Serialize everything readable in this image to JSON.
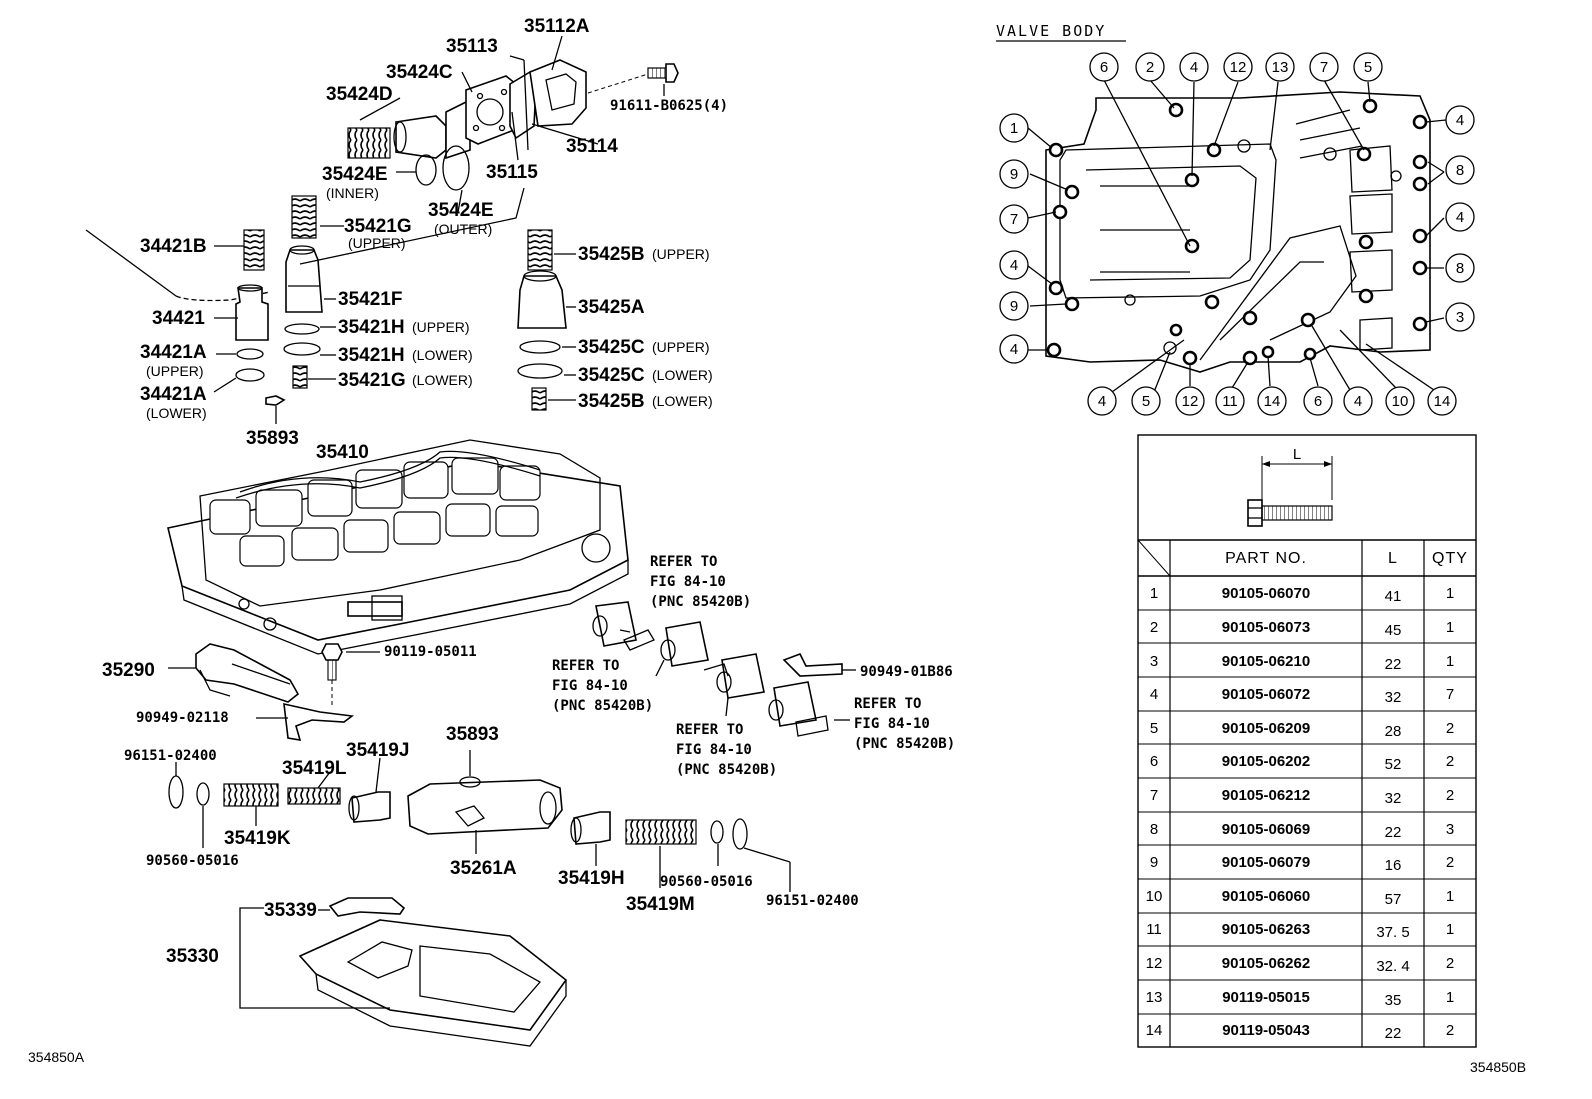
{
  "callouts": {
    "c35112A": "35112A",
    "c35113": "35113",
    "c35424C": "35424C",
    "c35424D": "35424D",
    "c91611": "91611-B0625(4)",
    "c35114": "35114",
    "c35115": "35115",
    "c35424E_in": "35424E",
    "c35424E_in_sub": "(INNER)",
    "c35424E_out": "35424E",
    "c35424E_out_sub": "(OUTER)",
    "c35421G_up": "35421G",
    "c35421G_up_sub": "(UPPER)",
    "c34421B": "34421B",
    "c35425B_up": "35425B",
    "c35425B_up_sub": "(UPPER)",
    "c35421F": "35421F",
    "c35425A": "35425A",
    "c34421": "34421",
    "c35421H_up": "35421H",
    "c35421H_up_sub": "(UPPER)",
    "c35425C_up": "35425C",
    "c35425C_up_sub": "(UPPER)",
    "c34421A_up": "34421A",
    "c34421A_up_sub": "(UPPER)",
    "c35421H_lo": "35421H",
    "c35421H_lo_sub": "(LOWER)",
    "c35425C_lo": "35425C",
    "c35425C_lo_sub": "(LOWER)",
    "c35421G_lo": "35421G",
    "c35421G_lo_sub": "(LOWER)",
    "c34421A_lo": "34421A",
    "c34421A_lo_sub": "(LOWER)",
    "c35425B_lo": "35425B",
    "c35425B_lo_sub": "(LOWER)",
    "c35893_a": "35893",
    "c35410": "35410",
    "c90119": "90119-05011",
    "c35290": "35290",
    "c90949_02118": "90949-02118",
    "c90949_01B86": "90949-01B86",
    "c96151_l": "96151-02400",
    "c35419L": "35419L",
    "c35419J": "35419J",
    "c35893_b": "35893",
    "c35419K": "35419K",
    "c90560_l": "90560-05016",
    "c35261A": "35261A",
    "c35419H": "35419H",
    "c90560_r": "90560-05016",
    "c35419M": "35419M",
    "c96151_r": "96151-02400",
    "c35339": "35339",
    "c35330": "35330"
  },
  "refers": [
    {
      "line1": "REFER TO",
      "line2": "FIG 84-10",
      "line3": "(PNC 85420B)"
    },
    {
      "line1": "REFER TO",
      "line2": "FIG 84-10",
      "line3": "(PNC 85420B)"
    },
    {
      "line1": "REFER TO",
      "line2": "FIG 84-10",
      "line3": "(PNC 85420B)"
    },
    {
      "line1": "REFER TO",
      "line2": "FIG 84-10",
      "line3": "(PNC 85420B)"
    }
  ],
  "valve_body": {
    "title": "VALVE BODY",
    "top_row": [
      "6",
      "2",
      "4",
      "12",
      "13",
      "7",
      "5"
    ],
    "left_col": [
      "1",
      "9",
      "7",
      "4",
      "9",
      "4"
    ],
    "right_col": [
      "4",
      "8",
      "4",
      "8",
      "3"
    ],
    "bottom_row": [
      "4",
      "5",
      "12",
      "11",
      "14",
      "6",
      "4",
      "10",
      "14"
    ]
  },
  "bolt_table": {
    "dim_label": "L",
    "headers": [
      "PART NO.",
      "L",
      "QTY"
    ],
    "rows": [
      {
        "n": "1",
        "part": "90105-06070",
        "l": "41",
        "qty": "1"
      },
      {
        "n": "2",
        "part": "90105-06073",
        "l": "45",
        "qty": "1"
      },
      {
        "n": "3",
        "part": "90105-06210",
        "l": "22",
        "qty": "1"
      },
      {
        "n": "4",
        "part": "90105-06072",
        "l": "32",
        "qty": "7"
      },
      {
        "n": "5",
        "part": "90105-06209",
        "l": "28",
        "qty": "2"
      },
      {
        "n": "6",
        "part": "90105-06202",
        "l": "52",
        "qty": "2"
      },
      {
        "n": "7",
        "part": "90105-06212",
        "l": "32",
        "qty": "2"
      },
      {
        "n": "8",
        "part": "90105-06069",
        "l": "22",
        "qty": "3"
      },
      {
        "n": "9",
        "part": "90105-06079",
        "l": "16",
        "qty": "2"
      },
      {
        "n": "10",
        "part": "90105-06060",
        "l": "57",
        "qty": "1"
      },
      {
        "n": "11",
        "part": "90105-06263",
        "l": "37. 5",
        "qty": "1"
      },
      {
        "n": "12",
        "part": "90105-06262",
        "l": "32. 4",
        "qty": "2"
      },
      {
        "n": "13",
        "part": "90119-05015",
        "l": "35",
        "qty": "1"
      },
      {
        "n": "14",
        "part": "90119-05043",
        "l": "22",
        "qty": "2"
      }
    ]
  },
  "figure_codes": {
    "left": "354850A",
    "right": "354850B"
  }
}
